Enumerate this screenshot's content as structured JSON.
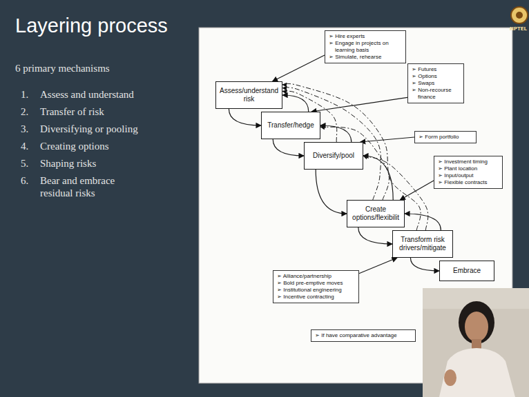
{
  "diagram": {
    "title": "Layering process",
    "nodes": [
      {
        "text": [
          "Assess/understand risk"
        ]
      },
      {
        "text": [
          "➢ Hire experts",
          "➢ Engage in projects on learning basis",
          "➢ Simulate, rehearse"
        ]
      },
      {
        "text": [
          "➢ Futures",
          "➢ Options",
          "➢ Swaps",
          "➢ Non-recourse finance"
        ]
      },
      {
        "text": [
          "Transfer/hedge"
        ]
      },
      {
        "text": [
          "➢ Form portfolio"
        ]
      },
      {
        "text": [
          "Diversify/pool"
        ]
      },
      {
        "text": [
          "➢ Investment timing",
          "➢ Plant location",
          "➢ Input/output",
          "➢ Flexible contracts"
        ]
      },
      {
        "text": [
          "Create options/flexibilit"
        ]
      },
      {
        "text": [
          "Transform risk drivers/mitigate"
        ]
      },
      {
        "text": [
          "Embrace"
        ]
      },
      {
        "text": [
          "➢ Alliance/partnership",
          "➢ Bold pre-emptive moves",
          "➢ Institutional engineering",
          "➢ Incentive contracting"
        ]
      },
      {
        "text": [
          "➢ If have comparative advantage"
        ]
      }
    ],
    "edges": [
      {
        "from": 1,
        "to": 0,
        "arrow": "to"
      },
      {
        "from": 2,
        "to": 3,
        "arrow": "to"
      },
      {
        "from": 4,
        "to": 5,
        "arrow": "to"
      },
      {
        "from": 6,
        "to": 7,
        "arrow": "to"
      },
      {
        "from": 10,
        "to": 8,
        "arrow": "to"
      },
      {
        "from": 0,
        "to": 3,
        "arrow": "to"
      },
      {
        "from": 3,
        "to": 5,
        "arrow": "to"
      },
      {
        "from": 5,
        "to": 7,
        "arrow": "to"
      },
      {
        "from": 7,
        "to": 8,
        "arrow": "to"
      },
      {
        "from": 8,
        "to": 9,
        "arrow": "to"
      },
      {
        "from": 3,
        "to": 0,
        "arrow": "to"
      },
      {
        "from": 5,
        "to": 3,
        "arrow": "to"
      },
      {
        "from": 7,
        "to": 5,
        "arrow": "to"
      },
      {
        "from": 8,
        "to": 7,
        "arrow": "to"
      },
      {
        "from": 5,
        "to": 0,
        "arrow": "to"
      },
      {
        "from": 7,
        "to": 0,
        "arrow": "to"
      },
      {
        "from": 8,
        "to": 0,
        "arrow": "to"
      },
      {
        "from": 7,
        "to": 3,
        "arrow": "to"
      },
      {
        "from": 8,
        "to": 5,
        "arrow": "to"
      }
    ],
    "labels": [
      "6 primary mechanisms",
      "1.",
      "Assess and understand",
      "2.",
      "Transfer of risk",
      "3.",
      "Diversifying or pooling",
      "4.",
      "Creating options",
      "5.",
      "Shaping risks",
      "6.",
      "Bear and embrace residual risks",
      "NPTEL"
    ]
  }
}
